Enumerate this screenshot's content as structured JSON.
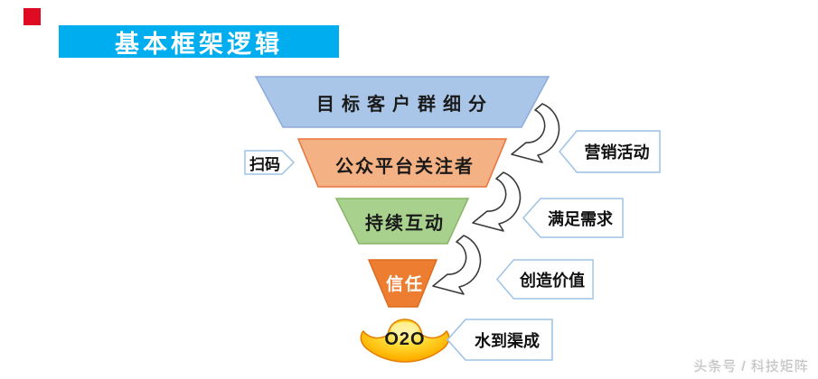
{
  "header": {
    "badge_color": "#DE0B22",
    "title": "基本框架逻辑",
    "title_color": "#ffffff",
    "banner_color": "#00AEEF"
  },
  "funnel": {
    "layers": [
      {
        "label": "目标客户群细分",
        "fill": "#A9C6E8",
        "border": "#8FAADC",
        "text_color": "#1a1a1a"
      },
      {
        "label": "公众平台关注者",
        "fill": "#F4B183",
        "border": "#E8743B",
        "text_color": "#1a1a1a"
      },
      {
        "label": "持续互动",
        "fill": "#A9D18E",
        "border": "#85B567",
        "text_color": "#1a1a1a"
      },
      {
        "label": "信任",
        "fill": "#ED7D31",
        "border": "#DD6B1F",
        "text_color": "#ffffff"
      }
    ],
    "ingot": {
      "label": "O2O",
      "fill_center": "#FFF3A3",
      "fill_edge": "#EF8A00",
      "outline": "#E67E00",
      "text_color": "#111111"
    }
  },
  "labels": {
    "border_color": "#9DC3E6",
    "fill_color": "#ffffff",
    "left": [
      {
        "text": "扫码"
      }
    ],
    "right": [
      {
        "text": "营销活动"
      },
      {
        "text": "满足需求"
      },
      {
        "text": "创造价值"
      },
      {
        "text": "水到渠成"
      }
    ]
  },
  "arrows": {
    "color": "#3a3a3a"
  },
  "watermark": {
    "text": "头条号 / 科技矩阵",
    "color": "#c2c2c2"
  }
}
